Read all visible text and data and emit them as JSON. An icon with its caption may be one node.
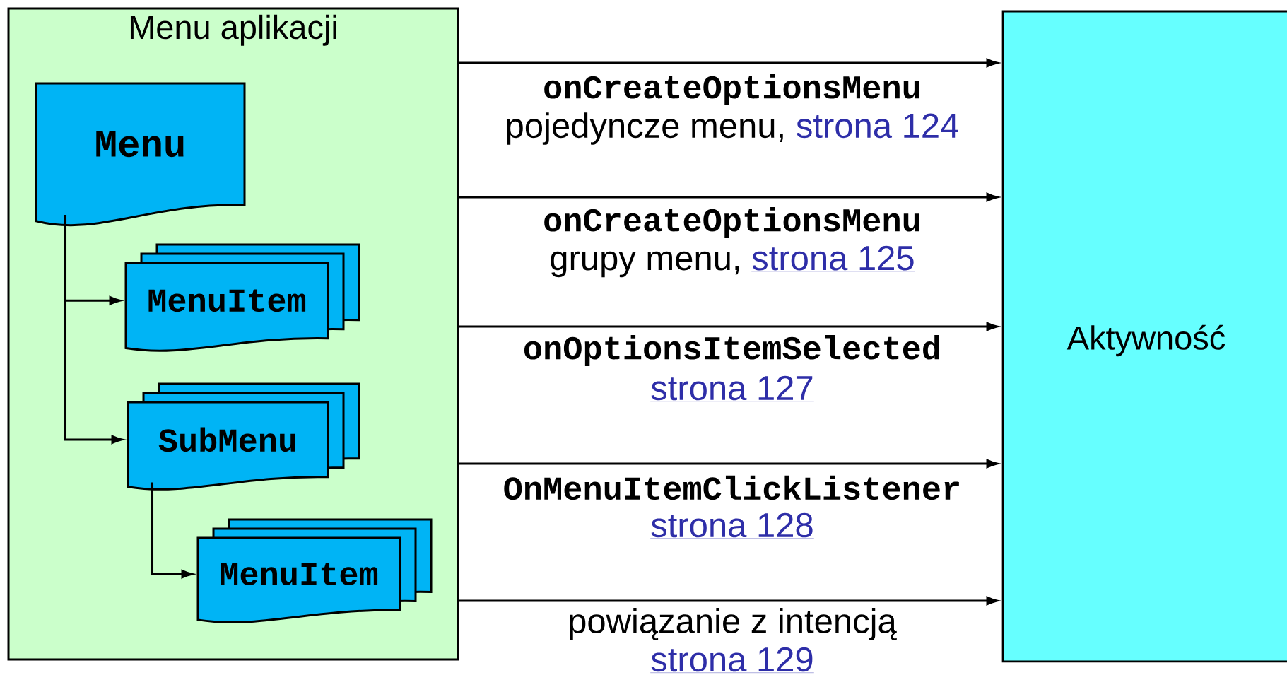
{
  "diagram": {
    "nodes": [
      {
        "text": [
          "Menu aplikacji"
        ]
      },
      {
        "text": [
          "Menu"
        ],
        "in": 0
      },
      {
        "text": [
          "MenuItem"
        ],
        "in": 0
      },
      {
        "text": [
          "SubMenu"
        ],
        "in": 0
      },
      {
        "text": [
          "MenuItem"
        ],
        "in": 0
      },
      {
        "text": [
          "Aktywność"
        ]
      }
    ],
    "edges": [
      {
        "from": 1,
        "to": 2,
        "arrow": "to"
      },
      {
        "from": 1,
        "to": 3,
        "arrow": "to"
      },
      {
        "from": 3,
        "to": 4,
        "arrow": "to"
      },
      {
        "from": 0,
        "to": 5,
        "arrow": "to",
        "label": "onCreateOptionsMenu"
      },
      {
        "from": 0,
        "to": 5,
        "arrow": "to",
        "label": "onCreateOptionsMenu"
      },
      {
        "from": 0,
        "to": 5,
        "arrow": "to",
        "label": "onOptionsItemSelected"
      },
      {
        "from": 0,
        "to": 5,
        "arrow": "to",
        "label": "OnMenuItemClickListener"
      },
      {
        "from": 0,
        "to": 5,
        "arrow": "to",
        "label": "powiązanie z intencją"
      }
    ],
    "labels": [
      "pojedyncze menu,",
      "strona 124",
      "grupy menu,",
      "strona 125",
      "strona 127",
      "strona 128",
      "strona 129"
    ]
  }
}
